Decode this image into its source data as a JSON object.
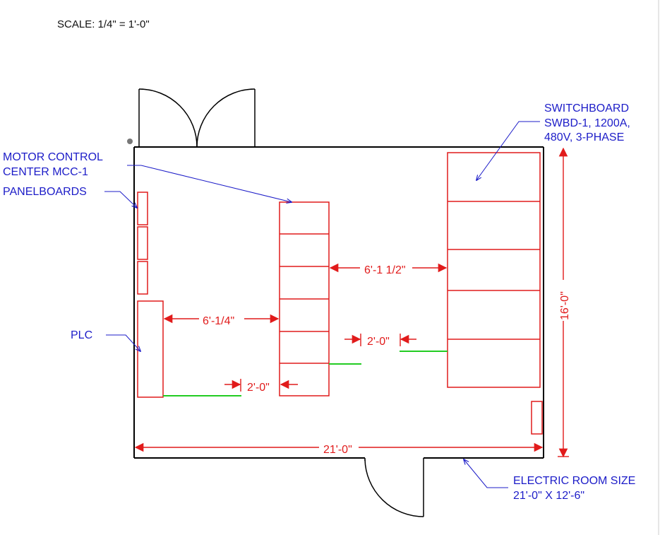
{
  "scale_label": "SCALE:  1/4\" = 1'-0\"",
  "labels": {
    "switchboard": [
      "SWITCHBOARD",
      "SWBD-1, 1200A,",
      "480V, 3-PHASE"
    ],
    "mcc": [
      "MOTOR CONTROL",
      "CENTER MCC-1"
    ],
    "panelboards": "PANELBOARDS",
    "plc": "PLC",
    "room_size": [
      "ELECTRIC ROOM SIZE",
      "21'-0\" X 12'-6\""
    ]
  },
  "dimensions": {
    "mcc_to_swbd": "6'-1 1/2\"",
    "plc_to_mcc": "6'-1/4\"",
    "clearance_right": "2'-0\"",
    "clearance_left": "2'-0\"",
    "room_width": "21'-0\"",
    "room_height": "16'-0\""
  },
  "colors": {
    "equipment": "#e11b1b",
    "annotation": "#1c1cc8",
    "clearance": "#22cc22",
    "walls": "#000000"
  }
}
